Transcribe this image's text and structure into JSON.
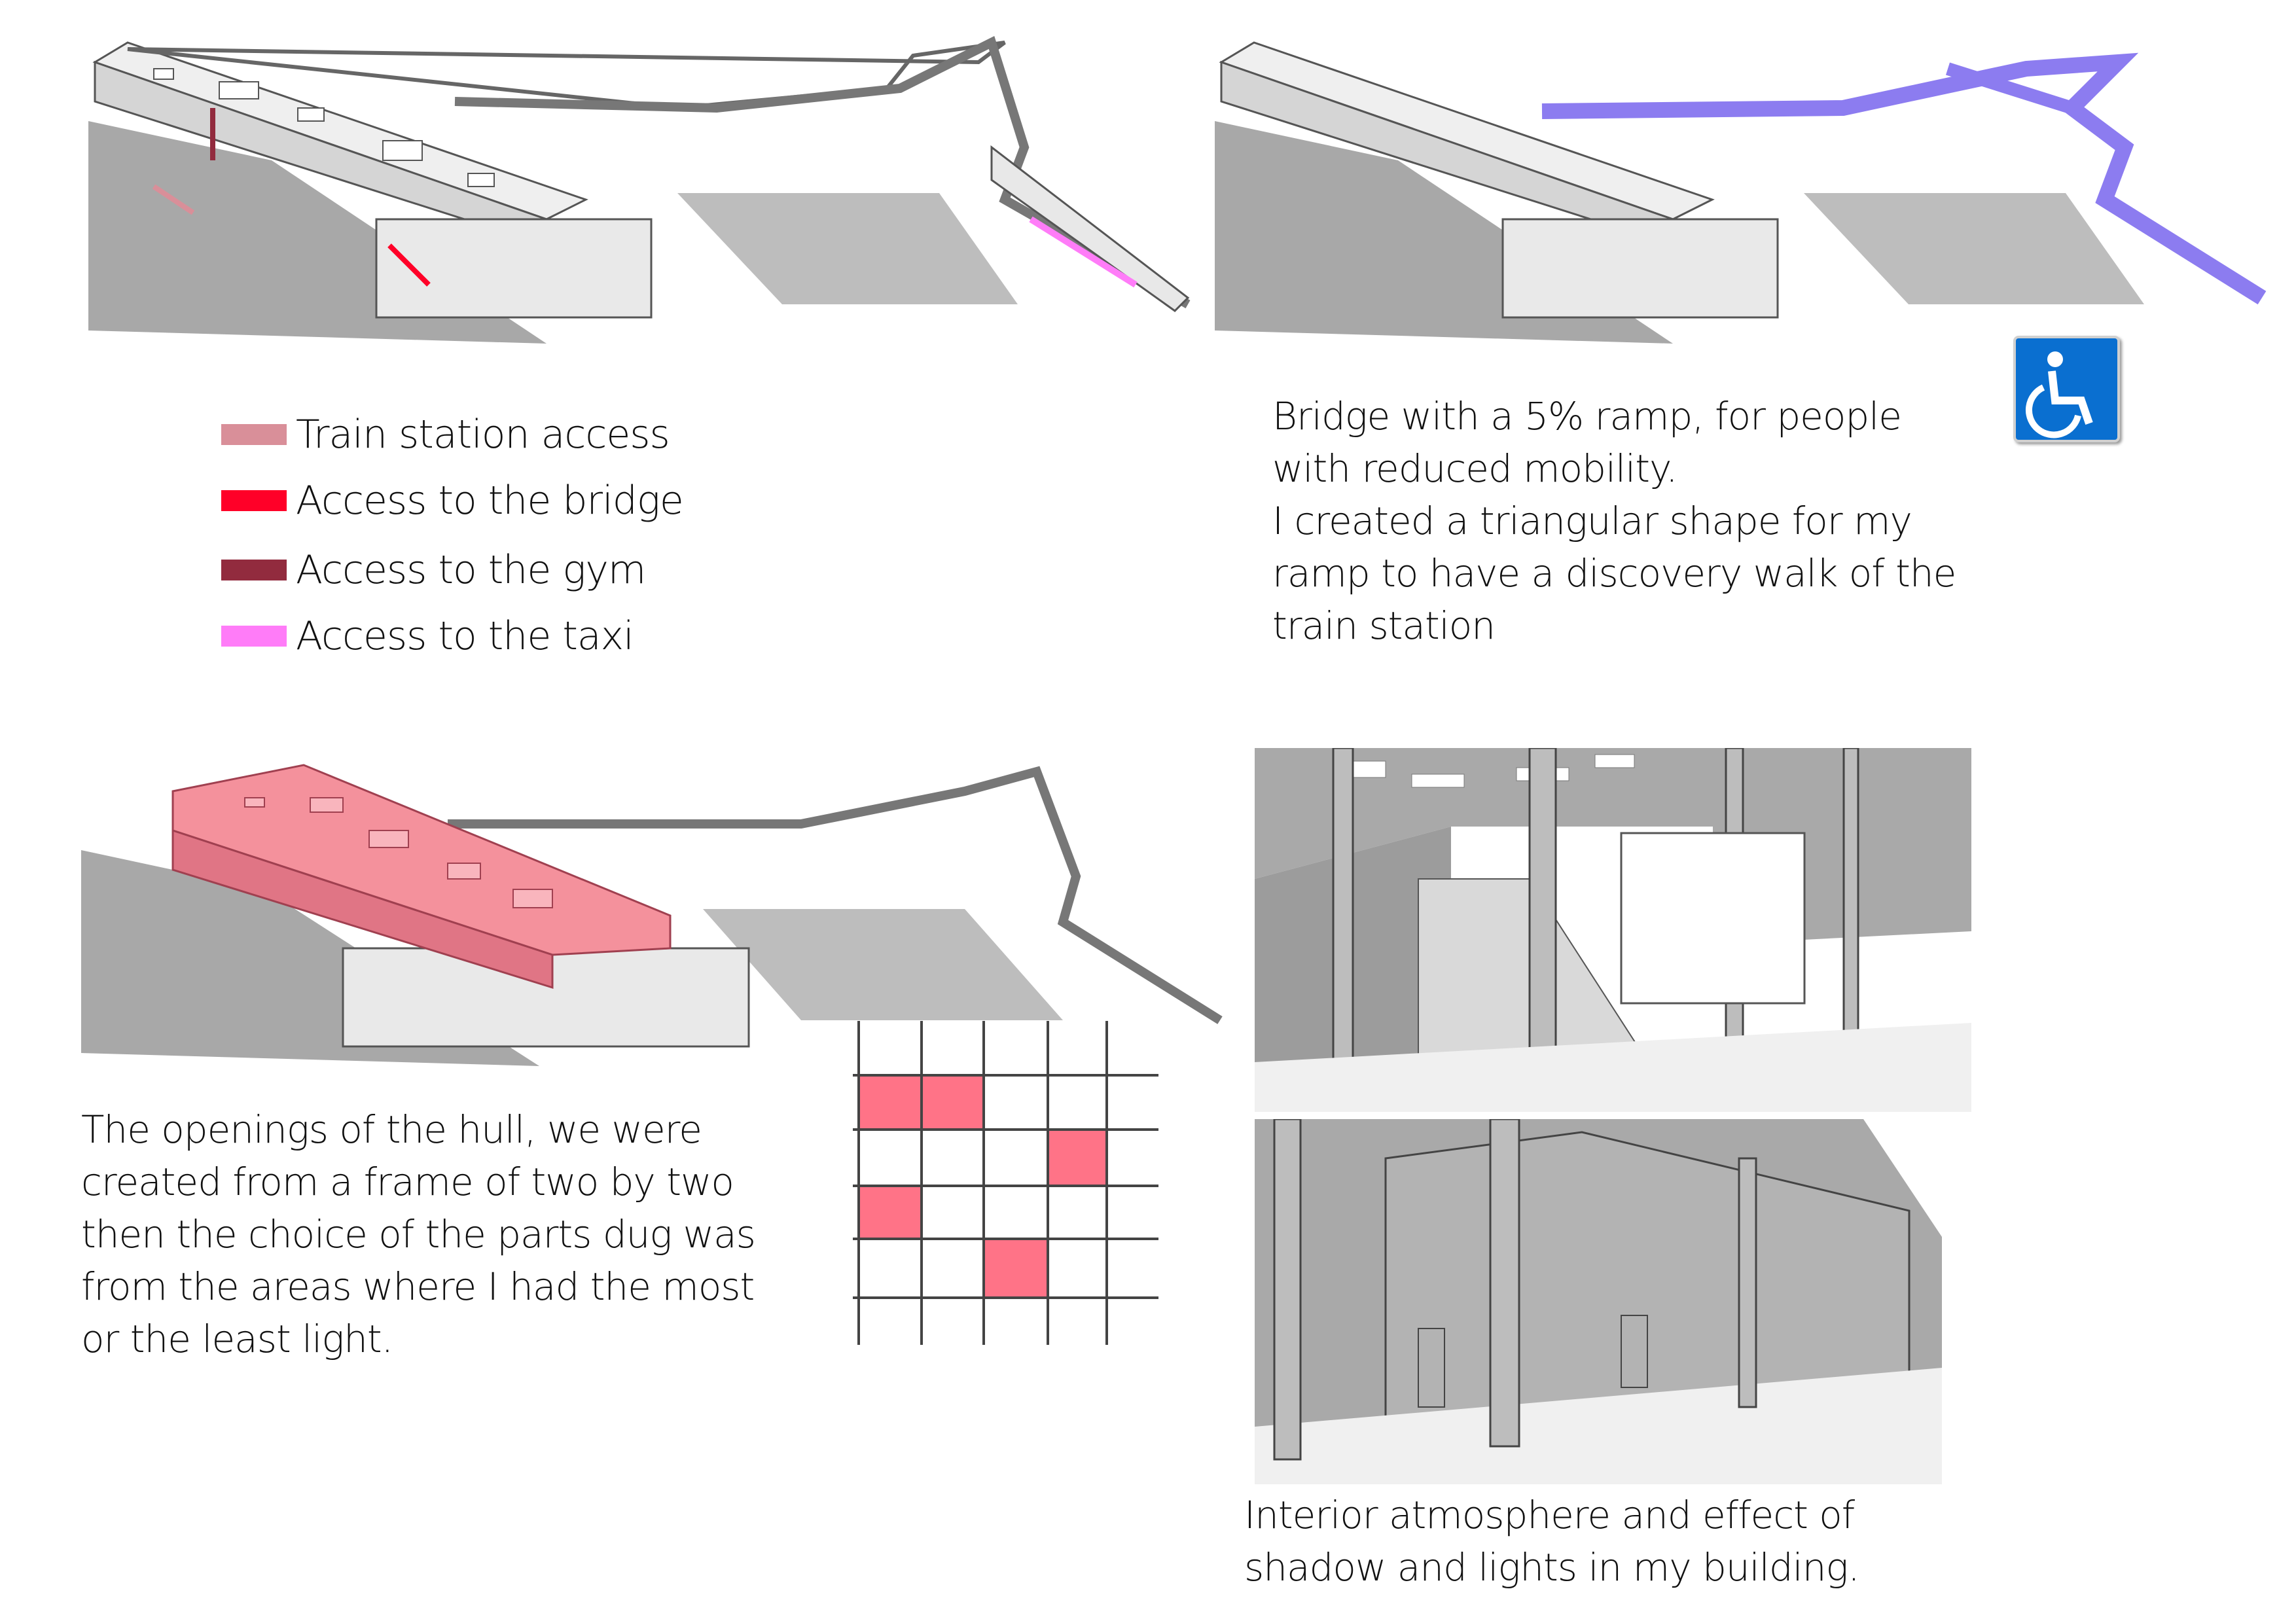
{
  "legend": [
    {
      "label": "Train station access",
      "color": "#d98f99"
    },
    {
      "label": "Access to the bridge",
      "color": "#ff0028"
    },
    {
      "label": "Access to the gym",
      "color": "#922b3e"
    },
    {
      "label": "Access to the taxi",
      "color": "#ff7cf8"
    }
  ],
  "bridge_text": {
    "lines": [
      "Bridge with a 5% ramp, for people",
      "with reduced mobility.",
      "I created a triangular shape for my",
      "ramp to have a discovery walk of the",
      "train station"
    ]
  },
  "accessibility_sign": {
    "icon": "wheelchair-icon",
    "color": "#0a6fd0"
  },
  "hull_text": {
    "lines": [
      "The openings of the hull, we were",
      "created from a frame of two by two",
      "then the choice of the parts dug was",
      "from the areas where I had the most",
      "or the least light."
    ]
  },
  "grid_diagram": {
    "highlight_color": "#ff7387",
    "filled_cells": [
      [
        0,
        0
      ],
      [
        0,
        1
      ],
      [
        1,
        3
      ],
      [
        2,
        0
      ],
      [
        3,
        2
      ]
    ]
  },
  "interior_caption": {
    "lines": [
      "Interior atmosphere and effect of",
      "shadow and lights in my building."
    ]
  },
  "colors": {
    "hull_pink": "#f4919c",
    "ramp_purple": "#8c7cf0",
    "shadow_grey": "#a8a8a8"
  }
}
